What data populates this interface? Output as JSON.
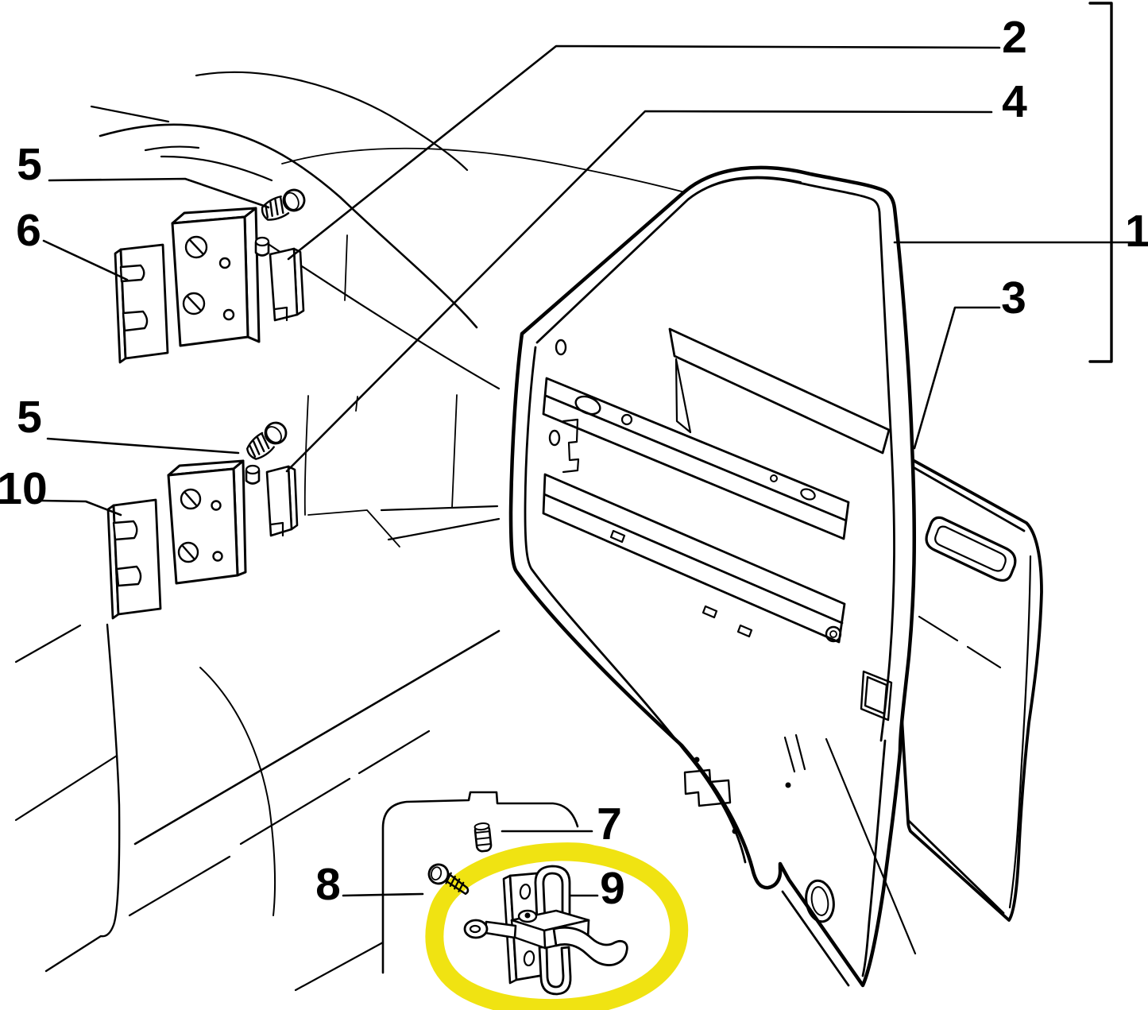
{
  "figure": {
    "kind": "exploded-parts-diagram",
    "subject": "car front door: hinges, shims, screws, inner and outer door panels, door check strap",
    "background_color": "#ffffff",
    "line_color": "#000000",
    "highlight_color": "#f0e312"
  },
  "callouts": [
    {
      "num": "1",
      "part": "door-assembly-bracket"
    },
    {
      "num": "2",
      "part": "upper-hinge-door-half"
    },
    {
      "num": "3",
      "part": "door-outer-panel"
    },
    {
      "num": "4",
      "part": "lower-hinge-door-half"
    },
    {
      "num": "5",
      "part": "upper-hinge-screw"
    },
    {
      "num": "5",
      "part": "lower-hinge-screw"
    },
    {
      "num": "6",
      "part": "upper-hinge-shim"
    },
    {
      "num": "7",
      "part": "check-strap-pin"
    },
    {
      "num": "8",
      "part": "check-strap-screw"
    },
    {
      "num": "9",
      "part": "door-check-strap"
    },
    {
      "num": "10",
      "part": "lower-hinge-shim"
    }
  ],
  "highlight": {
    "shape": "hand-drawn-ellipse",
    "around": "door-check-strap",
    "color": "#f0e312"
  }
}
